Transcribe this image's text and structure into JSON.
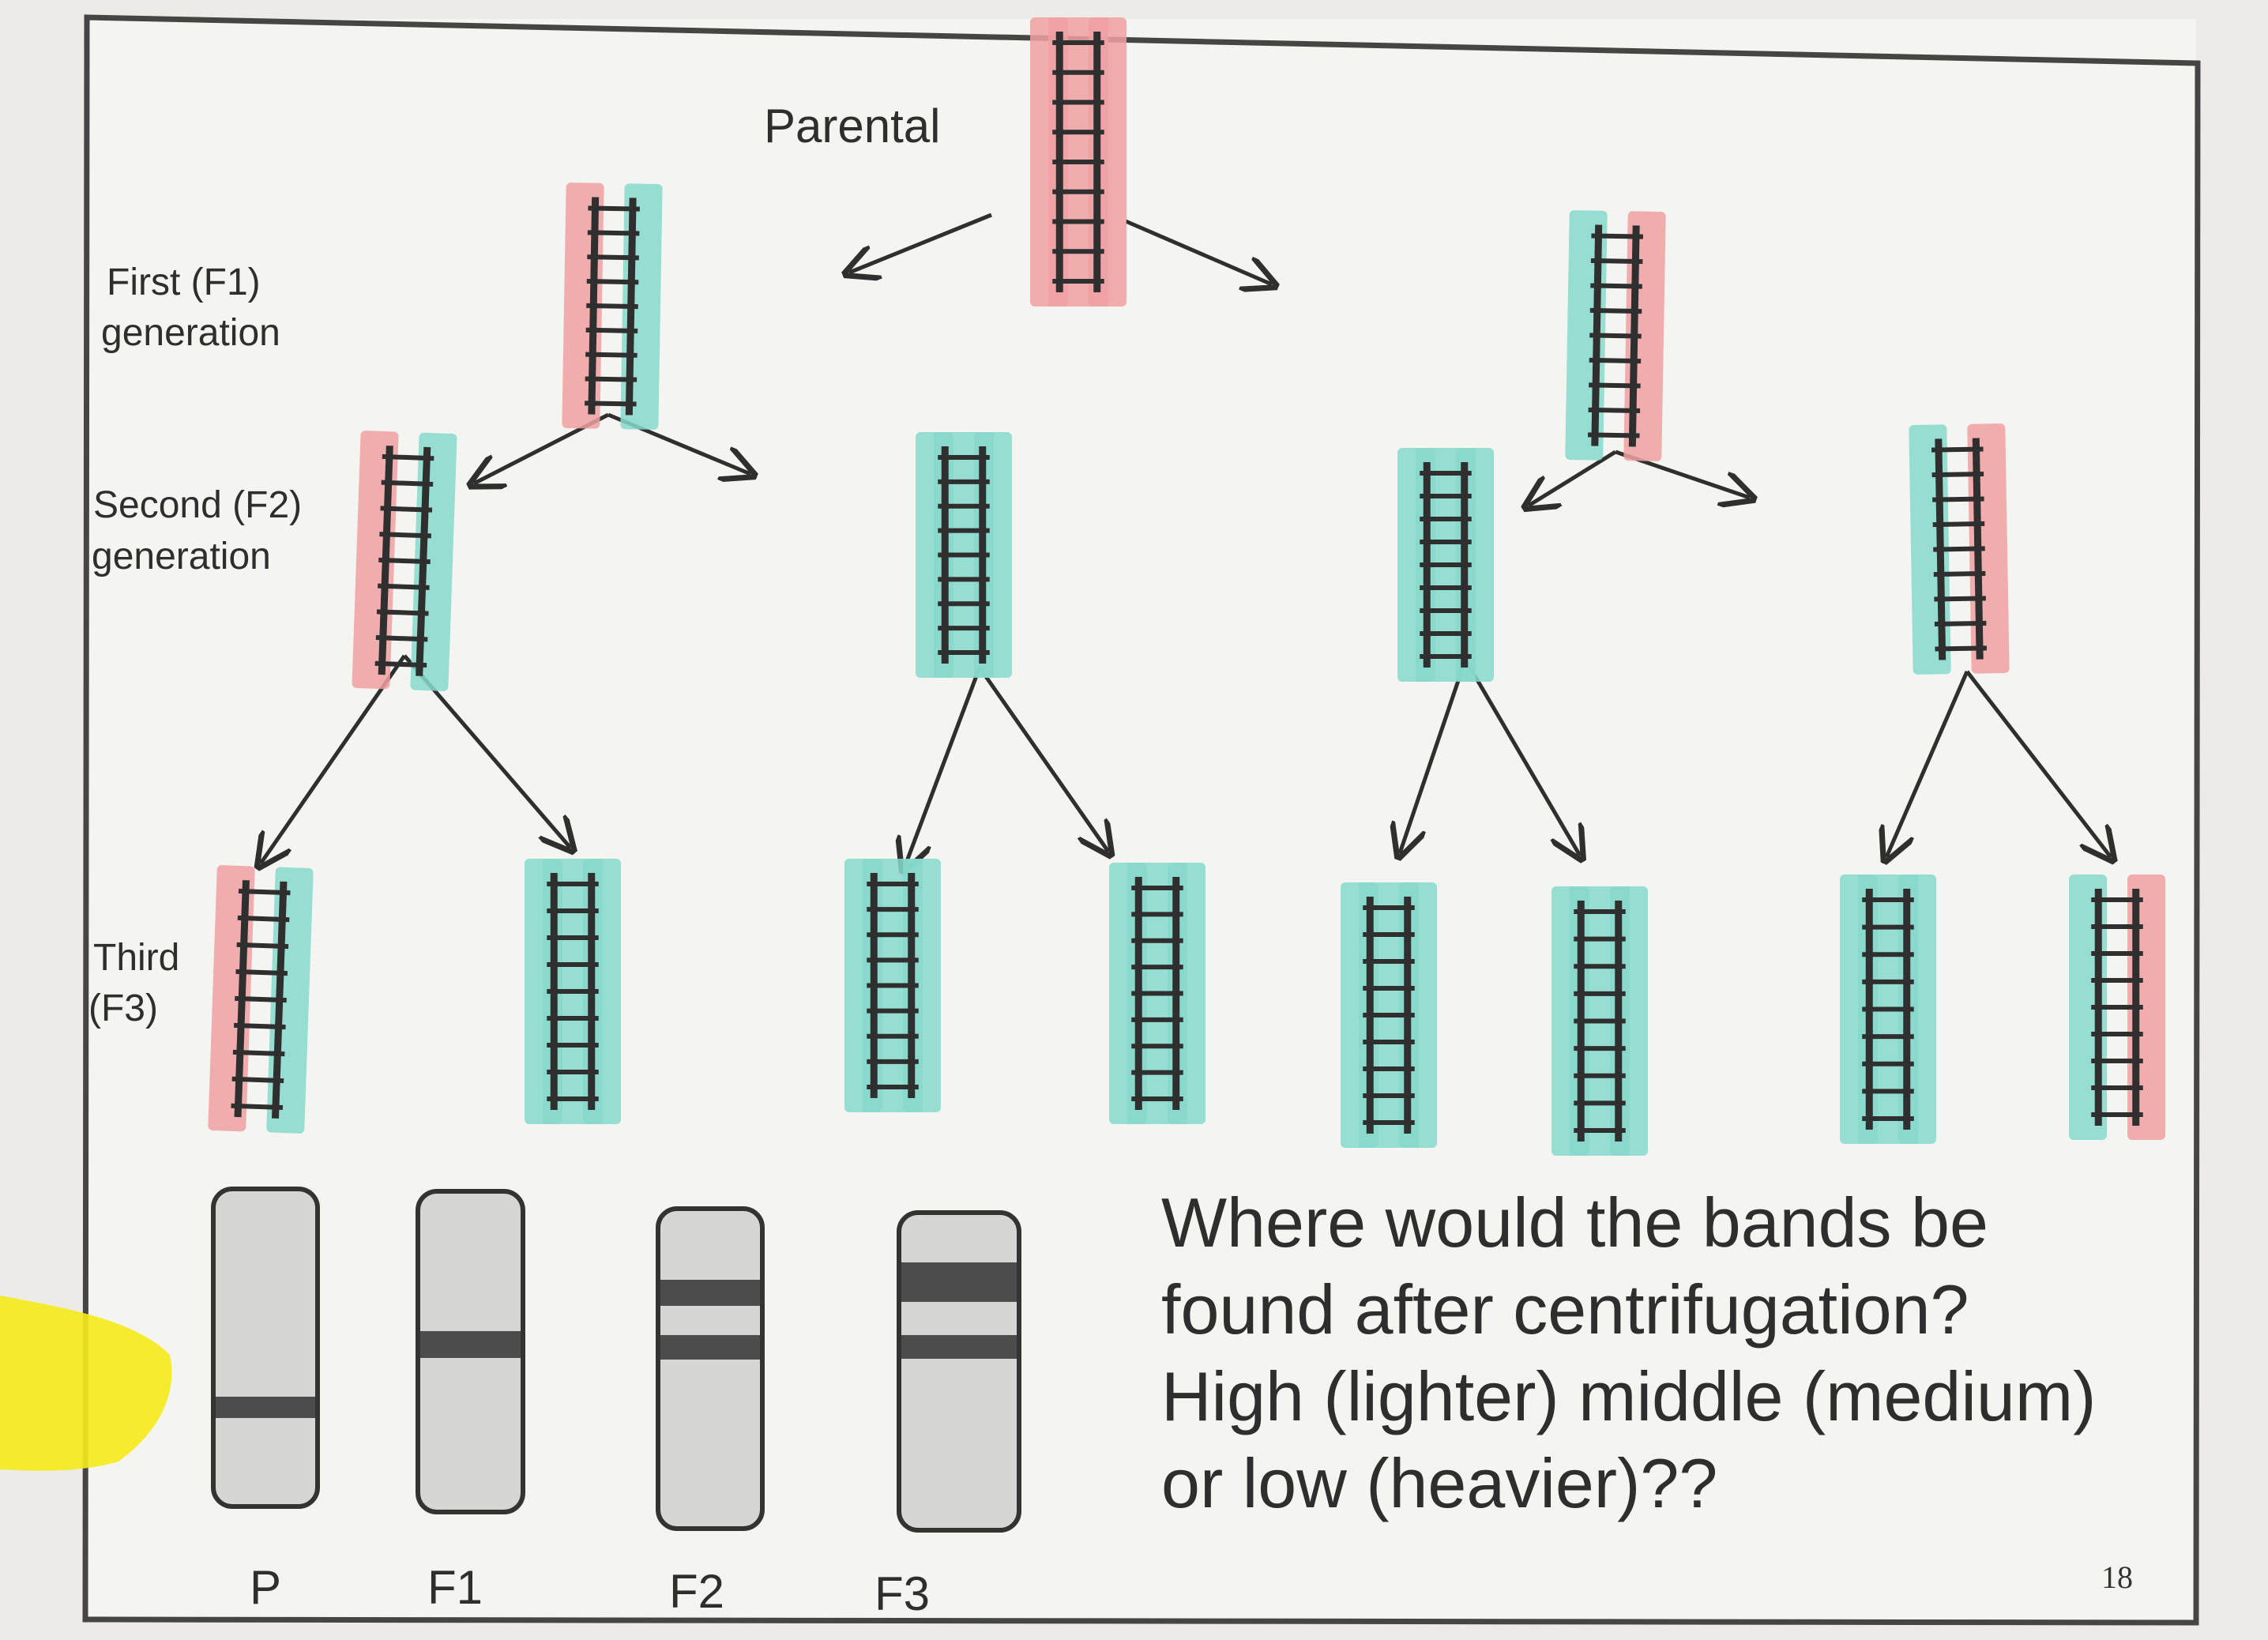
{
  "labels": {
    "parental": "Parental",
    "f1_line1": "First (F1)",
    "f1_line2": "generation",
    "f2_line1": "Second  (F2)",
    "f2_line2": "generation",
    "f3_line1": "Third",
    "f3_line2": "(F3)"
  },
  "question": {
    "line1": "Where would the bands be",
    "line2": "found after centrifugation?",
    "line3": "High (lighter)  middle (medium)",
    "line4": "or low (heavier)??"
  },
  "tubes": [
    {
      "label": "P"
    },
    {
      "label": "F1"
    },
    {
      "label": "F2"
    },
    {
      "label": "F3"
    }
  ],
  "page_number": "18",
  "colors": {
    "heavy_strand": "#f0a0a2",
    "light_strand": "#86d9cc",
    "ink": "#2f2f2f",
    "highlighter": "#f4ea1c"
  }
}
